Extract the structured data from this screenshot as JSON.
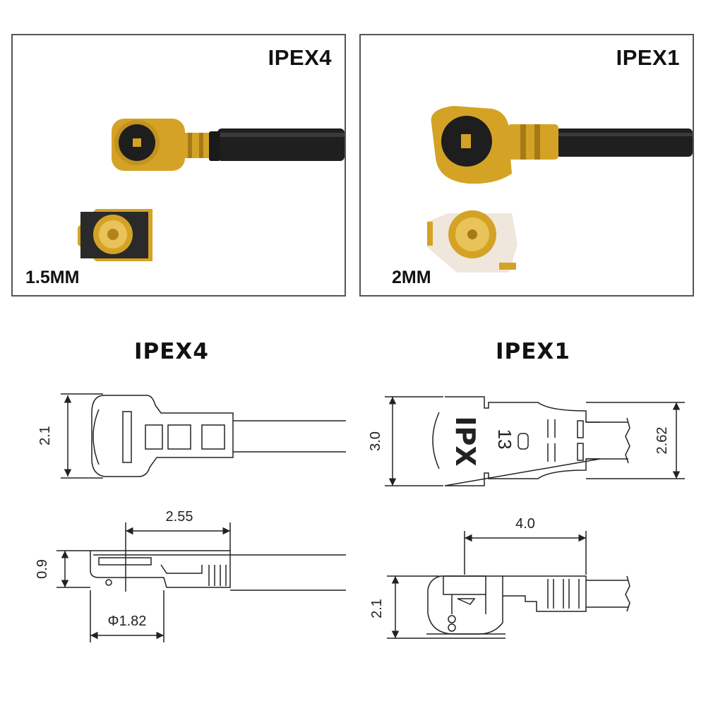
{
  "photos": {
    "left": {
      "title": "IPEX4",
      "size_label": "1.5MM"
    },
    "right": {
      "title": "IPEX1",
      "size_label": "2MM"
    }
  },
  "diagrams": {
    "left": {
      "heading": "IPEX4",
      "top_view": {
        "height_dim": "2.1"
      },
      "side_view": {
        "length_dim": "2.55",
        "height_dim": "0.9",
        "diameter_dim": "Φ1.82"
      }
    },
    "right": {
      "heading": "IPEX1",
      "top_view": {
        "height_dim": "3.0",
        "cable_dim": "2.62",
        "body_text": "IPX",
        "body_number": "13"
      },
      "side_view": {
        "length_dim": "4.0",
        "height_dim": "2.1"
      }
    }
  },
  "colors": {
    "gold": "#d4a326",
    "cable": "#1f1f1f",
    "border": "#555555",
    "line": "#222222"
  }
}
